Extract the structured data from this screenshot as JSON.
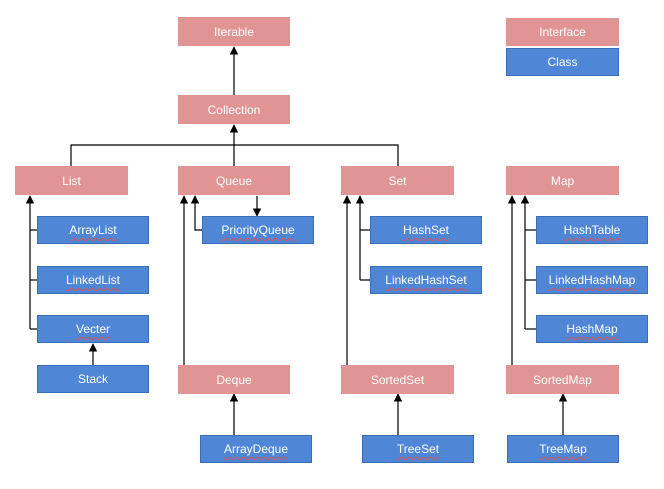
{
  "legend": {
    "interface": "Interface",
    "class": "Class"
  },
  "colors": {
    "interface": "#e09494",
    "class": "#4f86d6",
    "line": "#000000"
  },
  "nodes": {
    "iterable": "Iterable",
    "collection": "Collection",
    "list": "List",
    "queue": "Queue",
    "set": "Set",
    "map": "Map",
    "arraylist": "ArrayList",
    "linkedlist": "LinkedList",
    "vecter": "Vecter",
    "stack": "Stack",
    "priorityqueue": "PriorityQueue",
    "deque": "Deque",
    "arraydeque": "ArrayDeque",
    "hashset": "HashSet",
    "linkedhashset": "LinkedHashSet",
    "sortedset": "SortedSet",
    "treeset": "TreeSet",
    "hashtable": "HashTable",
    "linkedhashmap": "LinkedHashMap",
    "hashmap": "HashMap",
    "sortedmap": "SortedMap",
    "treemap": "TreeMap"
  }
}
